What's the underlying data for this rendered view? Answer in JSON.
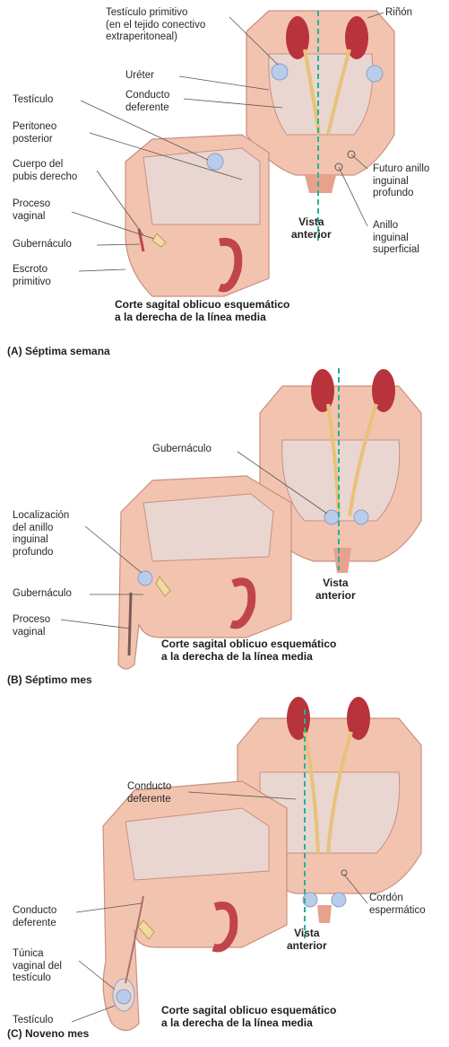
{
  "panel_a": {
    "caption": "(A) Séptima semana",
    "view_label": "Vista\nanterior",
    "section_title": "Corte sagital oblicuo esquemático\na la derecha de la línea media",
    "labels": {
      "primitive_testis": "Testículo primitivo\n(en el tejido conectivo\nextraperitoneal)",
      "kidney": "Riñón",
      "ureter": "Uréter",
      "ductus_deferens": "Conducto\ndeferente",
      "testis": "Testículo",
      "posterior_peritoneum": "Peritoneo\nposterior",
      "pubic_body": "Cuerpo del\npubis derecho",
      "vaginal_process": "Proceso\nvaginal",
      "gubernaculum": "Gubernáculo",
      "primitive_scrotum": "Escroto\nprimitivo",
      "future_deep_ring": "Futuro anillo\ninguinal\nprofundo",
      "superficial_ring": "Anillo\ninguinal\nsuperficial"
    }
  },
  "panel_b": {
    "caption": "(B) Séptimo mes",
    "view_label": "Vista\nanterior",
    "section_title": "Corte sagital oblicuo esquemático\na la derecha de la línea media",
    "labels": {
      "gubernaculum_top": "Gubernáculo",
      "deep_ring_location": "Localización\ndel anillo\ninguinal\nprofundo",
      "gubernaculum": "Gubernáculo",
      "vaginal_process": "Proceso\nvaginal"
    }
  },
  "panel_c": {
    "caption": "(C) Noveno mes",
    "view_label": "Vista\nanterior",
    "section_title": "Corte sagital oblicuo esquemático\na la derecha de la línea media",
    "labels": {
      "ductus_deferens_top": "Conducto\ndeferente",
      "spermatic_cord": "Cordón\nespermático",
      "ductus_deferens": "Conducto\ndeferente",
      "tunica_vaginalis": "Túnica\nvaginal del\ntestículo",
      "testis": "Testículo"
    }
  },
  "colors": {
    "tissue": "#f2c4b0",
    "tissue_dark": "#e6a28c",
    "cavity": "#e9d6d0",
    "kidney": "#b8333b",
    "ureter": "#e8c27a",
    "testis": "#b9cdea",
    "midline": "#22b39a"
  }
}
